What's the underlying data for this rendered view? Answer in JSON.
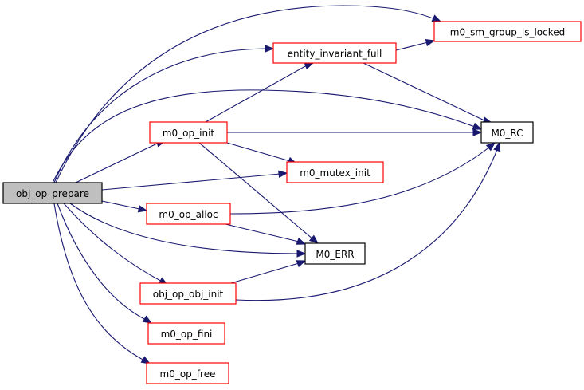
{
  "graph": {
    "type": "call-graph",
    "root": "obj_op_prepare",
    "colors": {
      "edge": "#191970",
      "root_fill": "#bfbfbf",
      "root_border": "#000000",
      "undocumented_border": "#ff0000",
      "documented_border": "#000000"
    },
    "nodes": [
      {
        "id": "obj_op_prepare",
        "label": "obj_op_prepare",
        "style": "root"
      },
      {
        "id": "entity_invariant_full",
        "label": "entity_invariant_full",
        "style": "red"
      },
      {
        "id": "m0_sm_group_is_locked",
        "label": "m0_sm_group_is_locked",
        "style": "red"
      },
      {
        "id": "M0_RC",
        "label": "M0_RC",
        "style": "black"
      },
      {
        "id": "m0_op_init",
        "label": "m0_op_init",
        "style": "red"
      },
      {
        "id": "m0_mutex_init",
        "label": "m0_mutex_init",
        "style": "red"
      },
      {
        "id": "m0_op_alloc",
        "label": "m0_op_alloc",
        "style": "red"
      },
      {
        "id": "M0_ERR",
        "label": "M0_ERR",
        "style": "black"
      },
      {
        "id": "obj_op_obj_init",
        "label": "obj_op_obj_init",
        "style": "red"
      },
      {
        "id": "m0_op_fini",
        "label": "m0_op_fini",
        "style": "red"
      },
      {
        "id": "m0_op_free",
        "label": "m0_op_free",
        "style": "red"
      }
    ],
    "edges": [
      {
        "from": "obj_op_prepare",
        "to": "m0_sm_group_is_locked"
      },
      {
        "from": "obj_op_prepare",
        "to": "entity_invariant_full"
      },
      {
        "from": "obj_op_prepare",
        "to": "M0_RC"
      },
      {
        "from": "obj_op_prepare",
        "to": "m0_op_init"
      },
      {
        "from": "obj_op_prepare",
        "to": "m0_mutex_init"
      },
      {
        "from": "obj_op_prepare",
        "to": "m0_op_alloc"
      },
      {
        "from": "obj_op_prepare",
        "to": "M0_ERR"
      },
      {
        "from": "obj_op_prepare",
        "to": "obj_op_obj_init"
      },
      {
        "from": "obj_op_prepare",
        "to": "m0_op_fini"
      },
      {
        "from": "obj_op_prepare",
        "to": "m0_op_free"
      },
      {
        "from": "entity_invariant_full",
        "to": "m0_sm_group_is_locked"
      },
      {
        "from": "entity_invariant_full",
        "to": "M0_RC"
      },
      {
        "from": "m0_op_init",
        "to": "entity_invariant_full"
      },
      {
        "from": "m0_op_init",
        "to": "M0_RC"
      },
      {
        "from": "m0_op_init",
        "to": "m0_mutex_init"
      },
      {
        "from": "m0_op_init",
        "to": "M0_ERR"
      },
      {
        "from": "m0_op_alloc",
        "to": "M0_RC"
      },
      {
        "from": "m0_op_alloc",
        "to": "M0_ERR"
      },
      {
        "from": "obj_op_obj_init",
        "to": "M0_ERR"
      },
      {
        "from": "obj_op_obj_init",
        "to": "M0_RC"
      }
    ]
  }
}
